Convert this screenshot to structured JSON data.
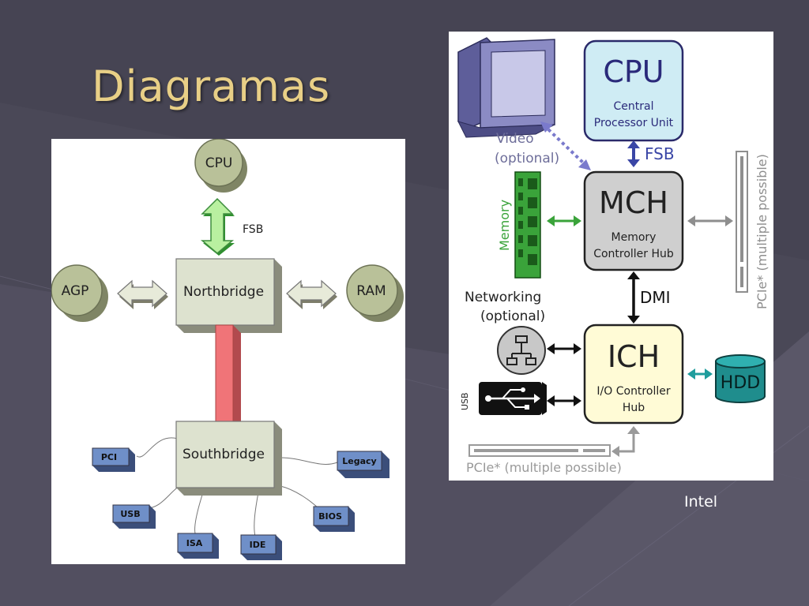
{
  "slide": {
    "title": "Diagramas",
    "caption": "Intel"
  },
  "colors": {
    "background": "#4a4857",
    "title": "#e8cf86",
    "node_olive": "#b9c199",
    "box_beige": "#dde2cf",
    "bus_red": "#f07478",
    "chip_blue": "#6f8fc8",
    "cpu_panel": "#cfecf4",
    "mch_panel": "#cfcfcf",
    "ich_panel": "#fffbd6",
    "memory_green": "#3aa33a",
    "hdd_teal": "#1f8d8d",
    "fsb_blue": "#3a46a6"
  },
  "left_diagram": {
    "cpu": "CPU",
    "fsb": "FSB",
    "agp": "AGP",
    "ram": "RAM",
    "northbridge": "Northbridge",
    "southbridge": "Southbridge",
    "pci": "PCI",
    "legacy": "Legacy",
    "usb": "USB",
    "isa": "ISA",
    "ide": "IDE",
    "bios": "BIOS"
  },
  "right_diagram": {
    "cpu": "CPU",
    "cpu_sub1": "Central",
    "cpu_sub2": "Processor Unit",
    "fsb": "FSB",
    "video1": "Video",
    "video2": "(optional)",
    "memory": "Memory",
    "mch": "MCH",
    "mch_sub1": "Memory",
    "mch_sub2": "Controller Hub",
    "pcie_vertical": "PCIe* (multiple possible)",
    "dmi": "DMI",
    "networking1": "Networking",
    "networking2": "(optional)",
    "ich": "ICH",
    "ich_sub1": "I/O Controller",
    "ich_sub2": "Hub",
    "hdd": "HDD",
    "usb": "USB",
    "pcie_bottom": "PCIe* (multiple possible)"
  }
}
